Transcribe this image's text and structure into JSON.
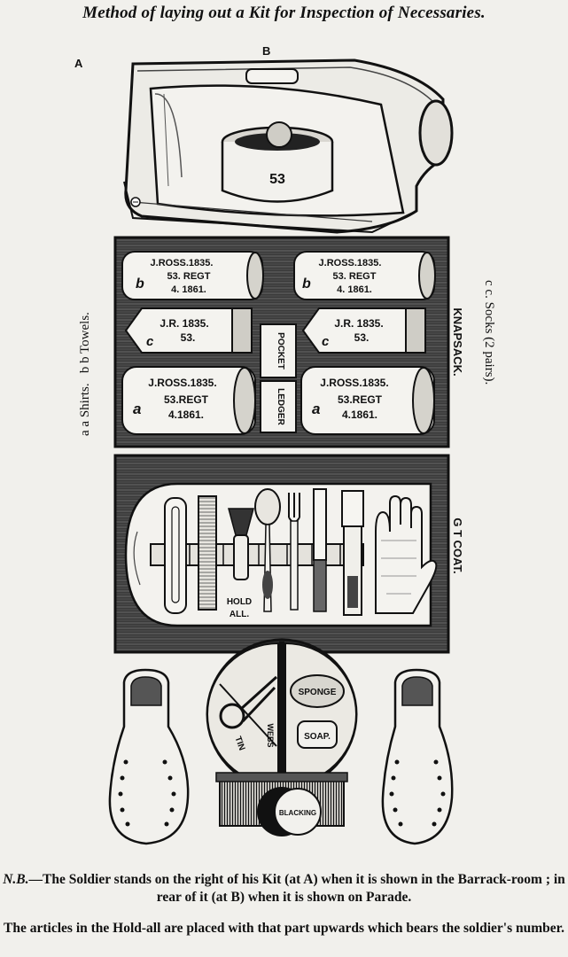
{
  "title": "Method of laying out a Kit for Inspection of Necessaries.",
  "labels": {
    "a": "A",
    "b": "B",
    "left_side_a": "a a Shirts.",
    "left_side_b": "b b Towels.",
    "right_side": "c c. Socks (2 pairs).",
    "knapsack": "KNAPSACK.",
    "gt_coat": "G T COAT."
  },
  "top_bundle": {
    "number": "53"
  },
  "knapsack_items": {
    "towel_left": {
      "mark": "b",
      "lines": [
        "J.ROSS.1835.",
        "53. REGT",
        "4. 1861."
      ]
    },
    "towel_right": {
      "mark": "b",
      "lines": [
        "J.ROSS.1835.",
        "53. REGT",
        "4. 1861."
      ]
    },
    "sock_left": {
      "mark": "c",
      "lines": [
        "J.R. 1835.",
        "53."
      ]
    },
    "sock_right": {
      "mark": "c",
      "lines": [
        "J.R. 1835.",
        "53."
      ]
    },
    "shirt_left": {
      "mark": "a",
      "lines": [
        "J.ROSS.1835.",
        "53.REGT",
        "4.1861."
      ]
    },
    "shirt_right": {
      "mark": "a",
      "lines": [
        "J.ROSS.1835.",
        "53.REGT",
        "4.1861."
      ]
    },
    "pocket": "POCKET",
    "ledger": "LEDGER"
  },
  "hold_all": {
    "lines": [
      "HOLD",
      "ALL."
    ]
  },
  "bottom": {
    "sponge": "SPONGE",
    "soap": "SOAP.",
    "tin": "TIN",
    "webs": "WEBS",
    "blacking": "BLACKING"
  },
  "notes": {
    "nb_prefix": "N.B.",
    "nb_text": "—The Soldier stands on the right of his Kit (at A) when it is shown in the Barrack-room ; in rear of it (at B) when it is shown on Parade.",
    "articles_text": "The articles in the Hold-all are placed with that part upwards which bears the soldier's number."
  }
}
